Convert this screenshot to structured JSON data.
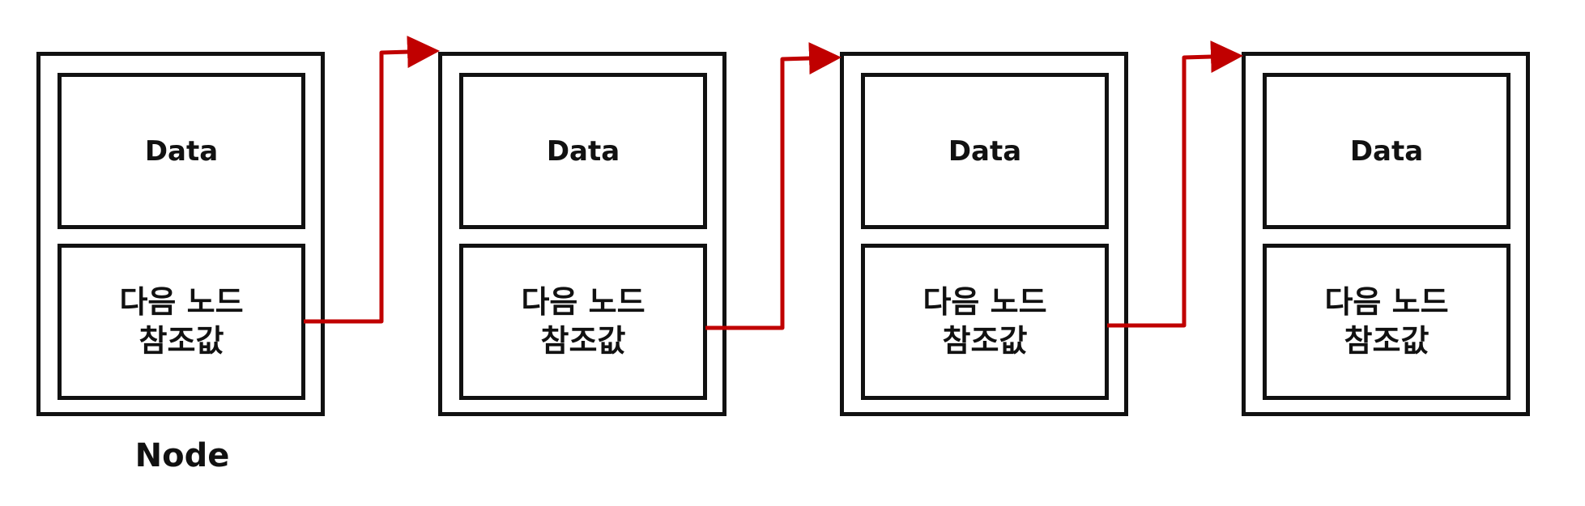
{
  "diagram": {
    "nodes": [
      {
        "data_label": "Data",
        "ref_line1": "다음 노드",
        "ref_line2": "참조값"
      },
      {
        "data_label": "Data",
        "ref_line1": "다음 노드",
        "ref_line2": "참조값"
      },
      {
        "data_label": "Data",
        "ref_line1": "다음 노드",
        "ref_line2": "참조값"
      },
      {
        "data_label": "Data",
        "ref_line1": "다음 노드",
        "ref_line2": "참조값"
      }
    ],
    "caption": "Node",
    "arrow_color": "#c00000",
    "border_color": "#111111",
    "links": [
      {
        "from": 0,
        "to": 1
      },
      {
        "from": 1,
        "to": 2
      },
      {
        "from": 2,
        "to": 3
      }
    ]
  }
}
